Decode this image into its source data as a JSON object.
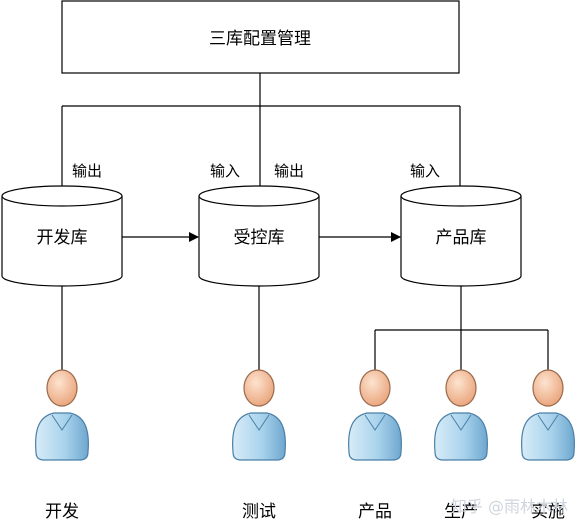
{
  "top_box": {
    "label": "三库配置管理"
  },
  "repositories": {
    "dev": {
      "label": "开发库"
    },
    "controlled": {
      "label": "受控库"
    },
    "product": {
      "label": "产品库"
    }
  },
  "edge_labels": {
    "dev_out": "输出",
    "controlled_in": "输入",
    "controlled_out": "输出",
    "product_in": "输入"
  },
  "roles": {
    "developer": "开发",
    "tester": "测试",
    "product": "产品",
    "production": "生产",
    "implementation": "实施"
  },
  "watermark": "知乎 @雨林木林",
  "colors": {
    "line": "#000000",
    "head": "#f7c9a8",
    "body": "#a9d3ec",
    "body_shadow": "#7fb3d6"
  }
}
